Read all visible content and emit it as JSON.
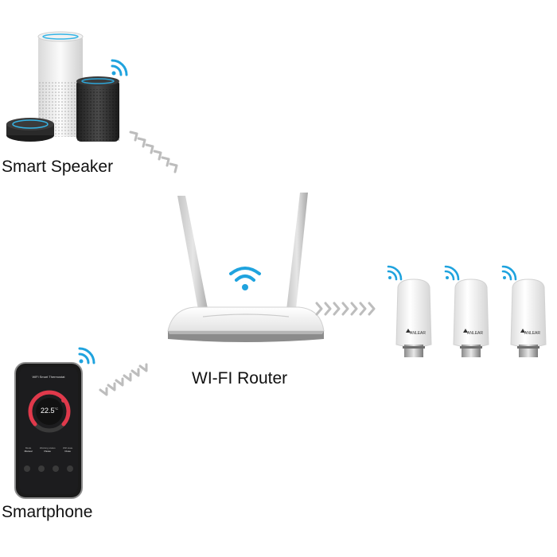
{
  "labels": {
    "smart_speaker": "Smart Speaker",
    "router": "WI-FI Router",
    "smartphone": "Smartphone"
  },
  "phone_screen": {
    "app_title": "WiFi Smart Thermostat",
    "temperature": "22.5",
    "unit": "°C",
    "status_items": [
      {
        "label": "Mode",
        "value": "Manual"
      },
      {
        "label": "Working status",
        "value": "Pause"
      },
      {
        "label": "Wifi state",
        "value": "Close"
      }
    ]
  },
  "thermostat_brand": "ANLEAR",
  "colors": {
    "wifi_signal": "#1fa3de",
    "arrow": "#bdbdbd",
    "text": "#111111",
    "accent_red": "#e0394b"
  },
  "icons": [
    "wifi-icon",
    "double-chevron-arrow-icon"
  ]
}
